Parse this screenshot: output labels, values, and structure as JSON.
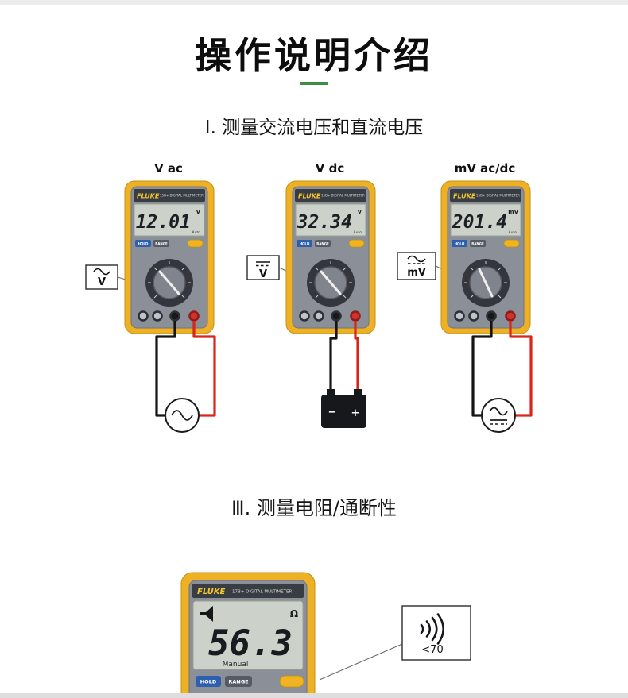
{
  "page": {
    "title": "操作说明介绍",
    "accent_green": "#3e8e41",
    "fluke_yellow": "#eeb125",
    "lead_red": "#d8261a",
    "button_blue": "#2e5fae"
  },
  "section1": {
    "heading": "Ⅰ. 测量交流电压和直流电压"
  },
  "section2": {
    "heading": "Ⅲ. 测量电阻/通断性"
  },
  "meters": [
    {
      "label": "V ac",
      "brand": "FLUKE",
      "model": "15B+ DIGITAL MULTIMETER",
      "reading": "12.01",
      "unit": "V",
      "mode": "Auto",
      "hold_label": "HOLD",
      "range_label": "RANGE",
      "callout": "V",
      "callout_type": "ac",
      "source": "ac-source"
    },
    {
      "label": "V dc",
      "brand": "FLUKE",
      "model": "15B+ DIGITAL MULTIMETER",
      "reading": "32.34",
      "unit": "V",
      "mode": "Auto",
      "hold_label": "HOLD",
      "range_label": "RANGE",
      "callout": "V",
      "callout_type": "dc",
      "source": "battery",
      "minus": "−",
      "plus": "+"
    },
    {
      "label": "mV ac/dc",
      "brand": "FLUKE",
      "model": "15B+ DIGITAL MULTIMETER",
      "reading": "201.4",
      "unit": "mV",
      "mode": "Auto",
      "hold_label": "HOLD",
      "range_label": "RANGE",
      "callout": "mV",
      "callout_type": "acdc",
      "source": "acdc-source"
    }
  ],
  "bottom_meter": {
    "brand": "FLUKE",
    "model": "17B+ DIGITAL MULTIMETER",
    "reading": "56.3",
    "unit": "Ω",
    "mode": "Manual",
    "hold_label": "HOLD",
    "range_label": "RANGE",
    "callout_text": "<70"
  }
}
